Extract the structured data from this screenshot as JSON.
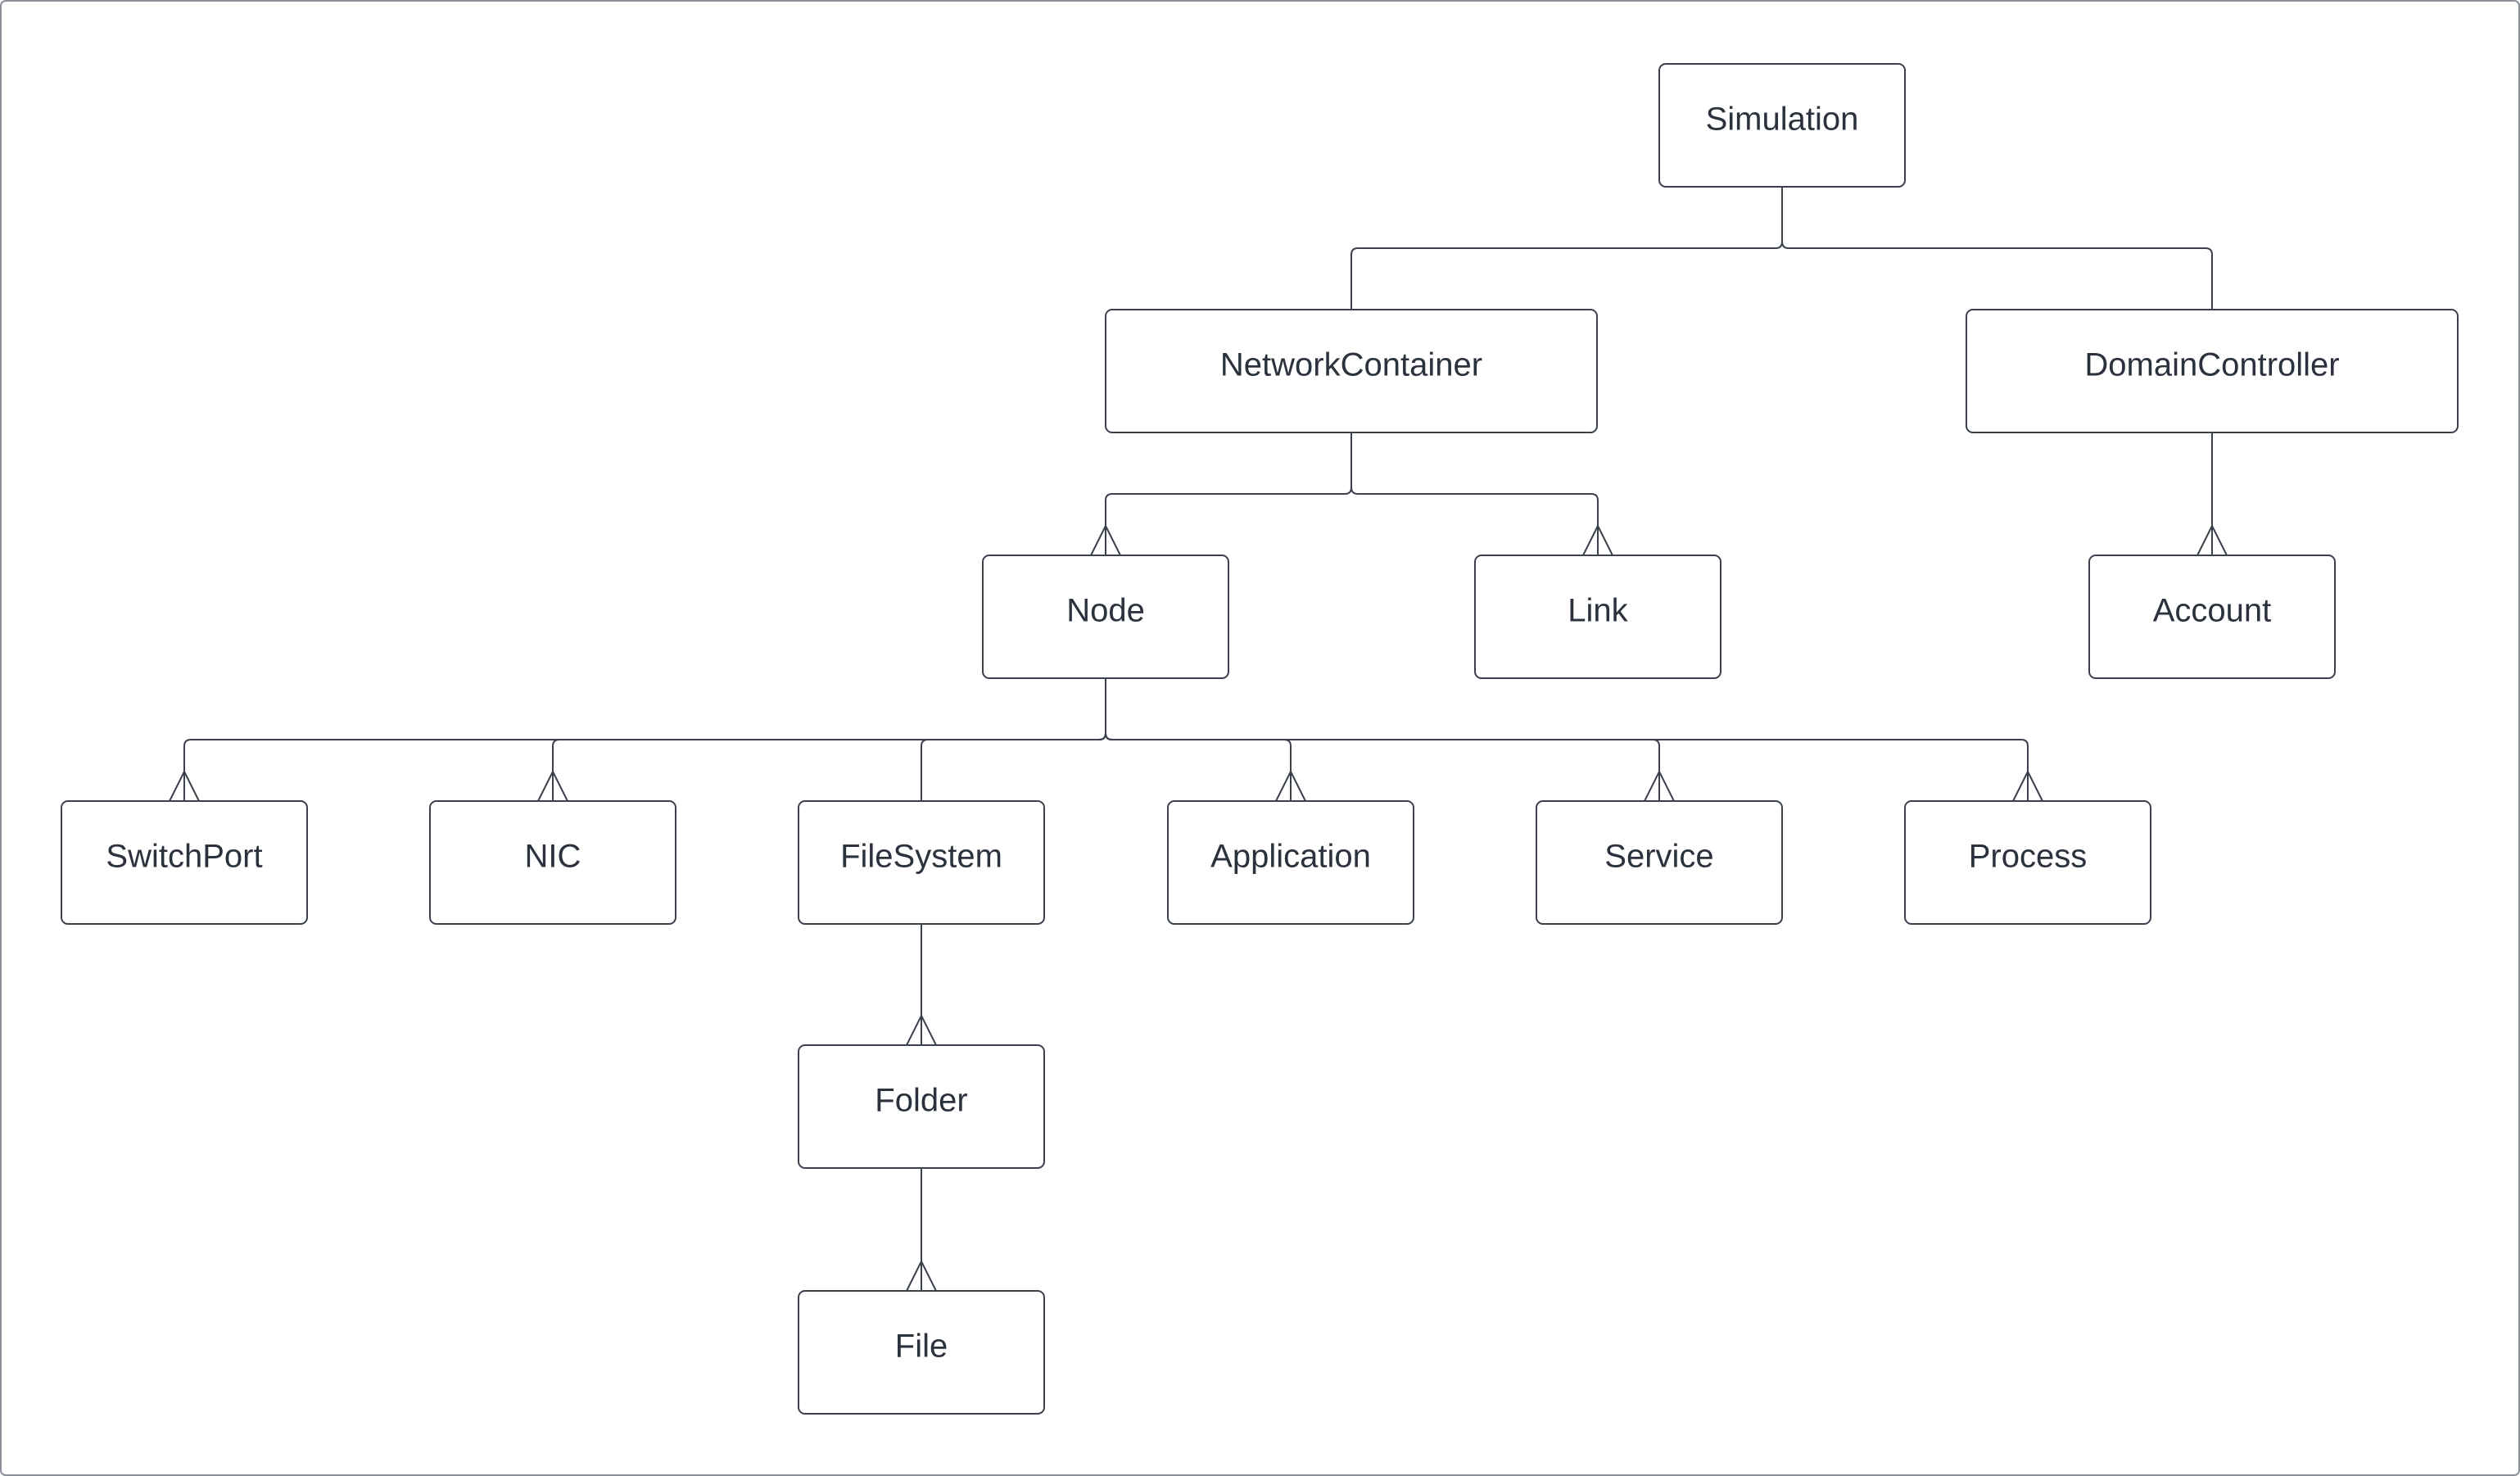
{
  "diagram": {
    "type": "entity-relationship-tree",
    "colors": {
      "line": "#3a414d",
      "text": "#2b323d",
      "background": "#ffffff",
      "frame": "#8a8f98"
    },
    "entities": [
      {
        "id": "simulation",
        "label": "Simulation"
      },
      {
        "id": "networkcontainer",
        "label": "NetworkContainer"
      },
      {
        "id": "domaincontroller",
        "label": "DomainController"
      },
      {
        "id": "node",
        "label": "Node"
      },
      {
        "id": "link",
        "label": "Link"
      },
      {
        "id": "account",
        "label": "Account"
      },
      {
        "id": "switchport",
        "label": "SwitchPort"
      },
      {
        "id": "nic",
        "label": "NIC"
      },
      {
        "id": "filesystem",
        "label": "FileSystem"
      },
      {
        "id": "application",
        "label": "Application"
      },
      {
        "id": "service",
        "label": "Service"
      },
      {
        "id": "process",
        "label": "Process"
      },
      {
        "id": "folder",
        "label": "Folder"
      },
      {
        "id": "file",
        "label": "File"
      }
    ],
    "relationships": [
      {
        "from": "simulation",
        "to": "networkcontainer",
        "cardinality": "one"
      },
      {
        "from": "simulation",
        "to": "domaincontroller",
        "cardinality": "one"
      },
      {
        "from": "networkcontainer",
        "to": "node",
        "cardinality": "many"
      },
      {
        "from": "networkcontainer",
        "to": "link",
        "cardinality": "many"
      },
      {
        "from": "domaincontroller",
        "to": "account",
        "cardinality": "many"
      },
      {
        "from": "node",
        "to": "switchport",
        "cardinality": "many"
      },
      {
        "from": "node",
        "to": "nic",
        "cardinality": "many"
      },
      {
        "from": "node",
        "to": "filesystem",
        "cardinality": "one"
      },
      {
        "from": "node",
        "to": "application",
        "cardinality": "many"
      },
      {
        "from": "node",
        "to": "service",
        "cardinality": "many"
      },
      {
        "from": "node",
        "to": "process",
        "cardinality": "many"
      },
      {
        "from": "filesystem",
        "to": "folder",
        "cardinality": "many"
      },
      {
        "from": "folder",
        "to": "file",
        "cardinality": "many"
      }
    ]
  }
}
